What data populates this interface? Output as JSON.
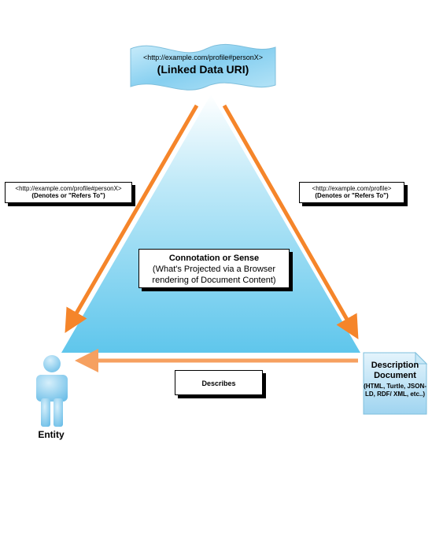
{
  "linked_data_uri": {
    "uri": "<http://example.com/profile#personX>",
    "name": "(Linked Data URI)"
  },
  "left_edge": {
    "uri": "<http://example.com/profile#personX>",
    "relation": "(Denotes or \"Refers To\")"
  },
  "right_edge": {
    "uri": "<http://example.com/profile>",
    "relation": "(Denotes or \"Refers To\")"
  },
  "sense": {
    "title": "Connotation or Sense",
    "description": "(What's Projected via a Browser rendering of Document Content)"
  },
  "bottom_edge": {
    "label": "Describes"
  },
  "document": {
    "title": "Description Document",
    "formats": "(HTML, Turtle, JSON-LD, RDF/ XML, etc..)"
  },
  "entity": {
    "label": "Entity"
  },
  "colors": {
    "triangle_top": "#ffffff",
    "triangle_bottom": "#5fc6ec",
    "arrow": "#f5852a",
    "arrow_light": "#f8b07a",
    "banner": "#8fd3f0",
    "person": "#8dcdee"
  },
  "icons": {
    "banner": "wavy-banner-icon",
    "document": "document-icon",
    "entity": "person-icon"
  }
}
